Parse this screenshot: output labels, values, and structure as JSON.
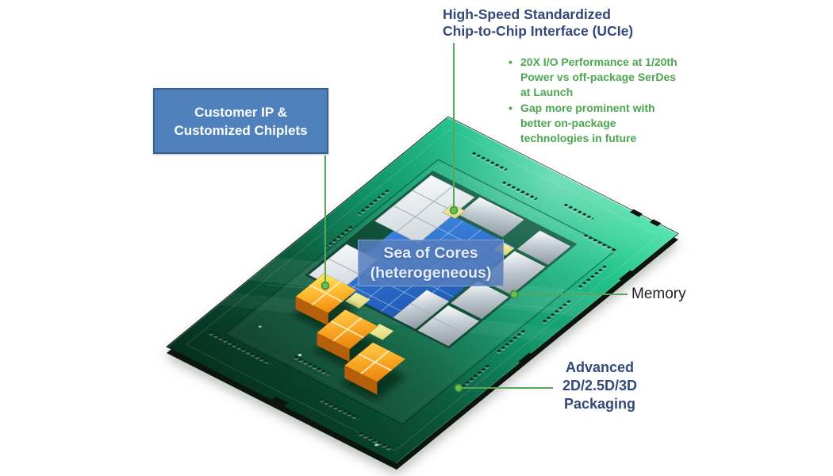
{
  "diagram": {
    "title_hidden": "",
    "colors": {
      "accent_green": "#4BA64F",
      "leader_green": "#57A75B",
      "navy_text": "#33497C",
      "label_box_blue": "#4F81BD",
      "overlay_box_blue": "rgba(86,125,188,0.87)",
      "board_green_bright": "#4FE2AD",
      "board_green_dark": "#062F1F",
      "die_blue": "#2A6CC8",
      "die_silver": "#C3CCD3",
      "chiplet_orange": "#F59C1A",
      "pad_yellow": "#EFE992",
      "memory_text": "#202124"
    }
  },
  "ui": {
    "bullet_char": "•"
  },
  "callouts": {
    "ucie": {
      "heading_lines": [
        "High-Speed Standardized",
        "Chip-to-Chip Interface (UCIe)"
      ],
      "bullets": [
        "20X I/O Performance at 1/20th Power vs off-package SerDes at Launch",
        "Gap more prominent with better on-package technologies in future"
      ]
    },
    "customer": {
      "lines": [
        "Customer IP &",
        "Customized Chiplets"
      ]
    },
    "sea_of_cores": {
      "lines": [
        "Sea of Cores",
        "(heterogeneous)"
      ]
    },
    "memory": {
      "label": "Memory"
    },
    "packaging": {
      "lines": [
        "Advanced",
        "2D/2.5D/3D",
        "Packaging"
      ]
    }
  }
}
